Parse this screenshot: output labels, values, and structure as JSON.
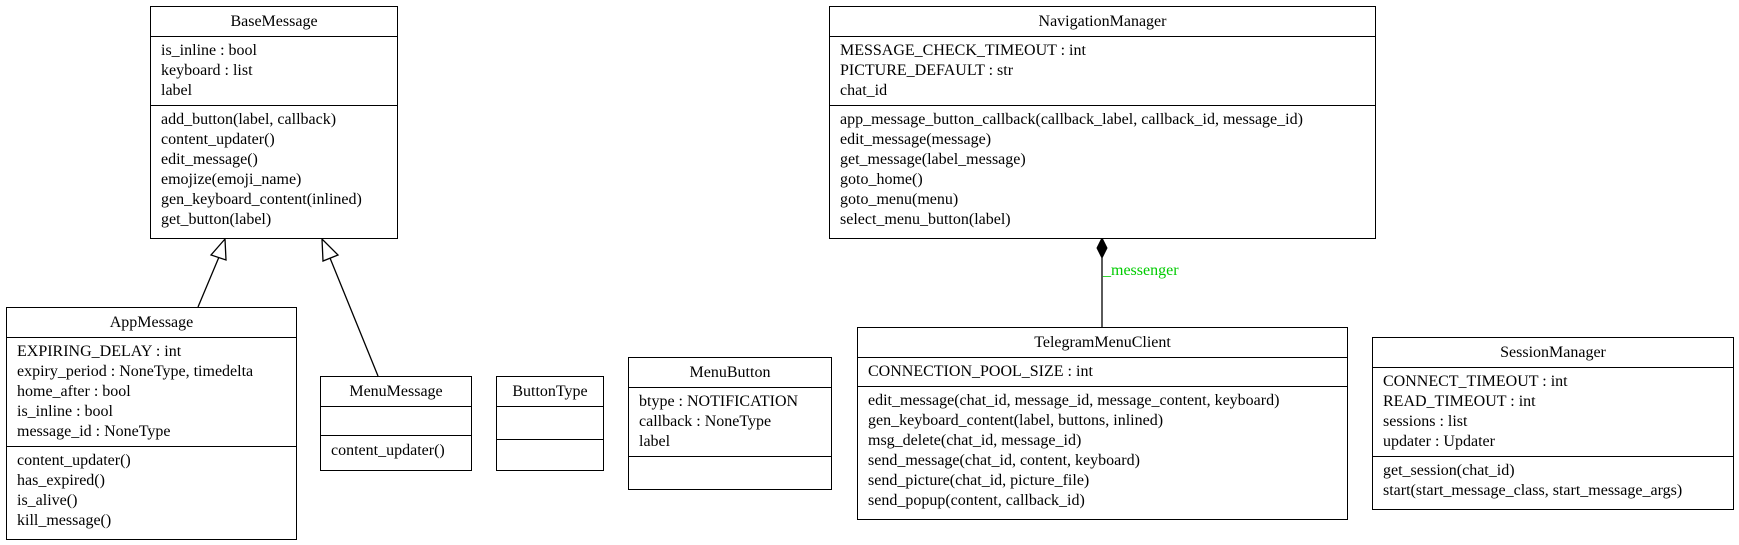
{
  "classes": {
    "base_message": {
      "name": "BaseMessage",
      "attributes": [
        "is_inline : bool",
        "keyboard : list",
        "label"
      ],
      "methods": [
        "add_button(label, callback)",
        "content_updater()",
        "edit_message()",
        "emojize(emoji_name)",
        "gen_keyboard_content(inlined)",
        "get_button(label)"
      ]
    },
    "navigation_manager": {
      "name": "NavigationManager",
      "attributes": [
        "MESSAGE_CHECK_TIMEOUT : int",
        "PICTURE_DEFAULT : str",
        "chat_id"
      ],
      "methods": [
        "app_message_button_callback(callback_label, callback_id, message_id)",
        "edit_message(message)",
        "get_message(label_message)",
        "goto_home()",
        "goto_menu(menu)",
        "select_menu_button(label)"
      ]
    },
    "app_message": {
      "name": "AppMessage",
      "attributes": [
        "EXPIRING_DELAY : int",
        "expiry_period : NoneType, timedelta",
        "home_after : bool",
        "is_inline : bool",
        "message_id : NoneType"
      ],
      "methods": [
        "content_updater()",
        "has_expired()",
        "is_alive()",
        "kill_message()"
      ]
    },
    "menu_message": {
      "name": "MenuMessage",
      "attributes": [],
      "methods": [
        "content_updater()"
      ]
    },
    "button_type": {
      "name": "ButtonType",
      "attributes": [],
      "methods": []
    },
    "menu_button": {
      "name": "MenuButton",
      "attributes": [
        "btype : NOTIFICATION",
        "callback : NoneType",
        "label"
      ],
      "methods": []
    },
    "telegram_menu_client": {
      "name": "TelegramMenuClient",
      "attributes": [
        "CONNECTION_POOL_SIZE : int"
      ],
      "methods": [
        "edit_message(chat_id, message_id, message_content, keyboard)",
        "gen_keyboard_content(label, buttons, inlined)",
        "msg_delete(chat_id, message_id)",
        "send_message(chat_id, content, keyboard)",
        "send_picture(chat_id, picture_file)",
        "send_popup(content, callback_id)"
      ]
    },
    "session_manager": {
      "name": "SessionManager",
      "attributes": [
        "CONNECT_TIMEOUT : int",
        "READ_TIMEOUT : int",
        "sessions : list",
        "updater : Updater"
      ],
      "methods": [
        "get_session(chat_id)",
        "start(start_message_class, start_message_args)"
      ]
    }
  },
  "relations": [
    {
      "type": "inheritance",
      "from": "AppMessage",
      "to": "BaseMessage"
    },
    {
      "type": "inheritance",
      "from": "MenuMessage",
      "to": "BaseMessage"
    },
    {
      "type": "composition",
      "from": "TelegramMenuClient",
      "to": "NavigationManager",
      "label": "_messenger"
    }
  ],
  "colors": {
    "line": "#000000",
    "edge_label": "#00cc00"
  }
}
